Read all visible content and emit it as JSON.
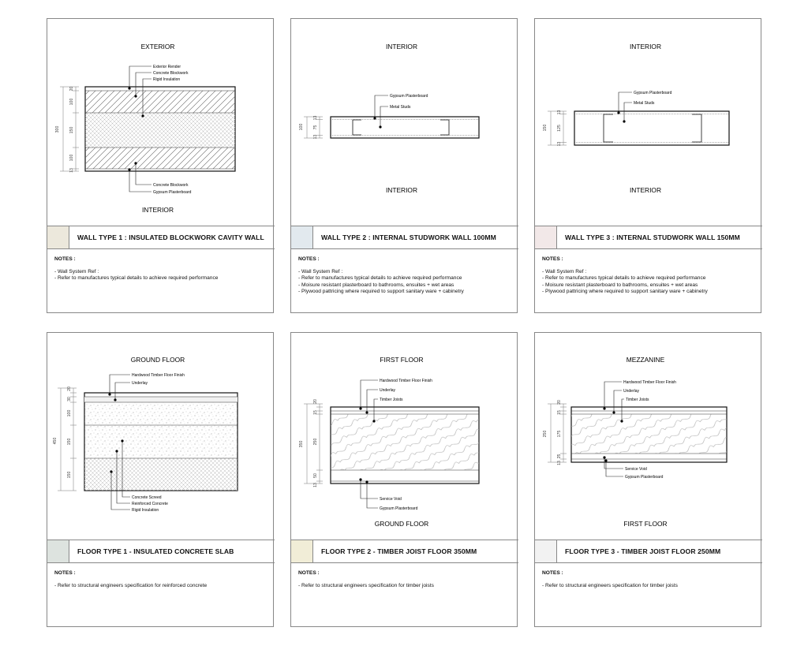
{
  "cards": [
    {
      "top_label": "EXTERIOR",
      "bottom_label": "INTERIOR",
      "callouts": [
        "Exterior Render",
        "Concrete Blockwork",
        "Rigid Insulation",
        "Concrete Blockwork",
        "Gypsum Plasterboard"
      ],
      "dims": [
        "300",
        "20",
        "100",
        "150",
        "100",
        "13"
      ],
      "title": "WALL TYPE 1 : INSULATED BLOCKWORK CAVITY WALL",
      "swatch": "#ece8dc",
      "notes_heading": "NOTES :",
      "notes": [
        "- Wall System Ref :",
        "- Refer to manufactures typical details to achieve required performance"
      ]
    },
    {
      "top_label": "INTERIOR",
      "bottom_label": "INTERIOR",
      "callouts": [
        "Gypsum Plasterboard",
        "Metal Studs"
      ],
      "dims": [
        "100",
        "13",
        "75",
        "13"
      ],
      "title": "WALL TYPE 2 : INTERNAL STUDWORK WALL 100MM",
      "swatch": "#e2e9ee",
      "notes_heading": "NOTES :",
      "notes": [
        "- Wall System Ref :",
        "- Refer to manufactures typical details to achieve required performance",
        "- Moisure resistant plasterboard to bathrooms, ensuites + wet areas",
        "- Plywood pattricing where required to support sanitary ware + cabinetry"
      ]
    },
    {
      "top_label": "INTERIOR",
      "bottom_label": "INTERIOR",
      "callouts": [
        "Gypsum Plasterboard",
        "Metal Studs"
      ],
      "dims": [
        "150",
        "13",
        "125",
        "13"
      ],
      "title": "WALL TYPE 3 : INTERNAL STUDWORK WALL 150MM",
      "swatch": "#f2e8e8",
      "notes_heading": "NOTES :",
      "notes": [
        "- Wall System Ref :",
        "- Refer to manufactures typical details to achieve required performance",
        "- Moisure resistant plasterboard to bathrooms, ensuites + wet areas",
        "- Plywood pattricing where required to support sanitary ware + cabinetry"
      ]
    },
    {
      "top_label": "GROUND FLOOR",
      "bottom_label": "",
      "callouts": [
        "Hardwood Timber Floor Finish",
        "Underlay",
        "Concrete Screed",
        "Reinforced Concrete",
        "Rigid Insulation"
      ],
      "dims": [
        "450",
        "20",
        "30",
        "100",
        "150",
        "150"
      ],
      "title": "FLOOR TYPE 1 - INSULATED CONCRETE SLAB",
      "swatch": "#dde3df",
      "notes_heading": "NOTES :",
      "notes": [
        "- Refer to structural engineers specification for reinforced concrete"
      ]
    },
    {
      "top_label": "FIRST FLOOR",
      "bottom_label": "GROUND FLOOR",
      "callouts": [
        "Hardwood Timber Floor Finish",
        "Underlay",
        "Timber Joists",
        "Service Void",
        "Gypsum Plasterboard"
      ],
      "dims": [
        "350",
        "20",
        "15",
        "250",
        "50",
        "13"
      ],
      "title": "FLOOR TYPE 2 - TIMBER JOIST FLOOR 350MM",
      "swatch": "#f1edd7",
      "notes_heading": "NOTES :",
      "notes": [
        "- Refer to structural engineers specification for timber joists"
      ]
    },
    {
      "top_label": "MEZZANINE",
      "bottom_label": "FIRST FLOOR",
      "callouts": [
        "Hardwood Timber Floor Finish",
        "Underlay",
        "Timber Joists",
        "Service Void",
        "Gypsum Plasterboard"
      ],
      "dims": [
        "250",
        "20",
        "15",
        "175",
        "25",
        "13"
      ],
      "title": "FLOOR TYPE 3 - TIMBER JOIST FLOOR 250MM",
      "swatch": "#f2f2f2",
      "notes_heading": "NOTES :",
      "notes": [
        "- Refer to structural engineers specification for timber joists"
      ]
    }
  ]
}
